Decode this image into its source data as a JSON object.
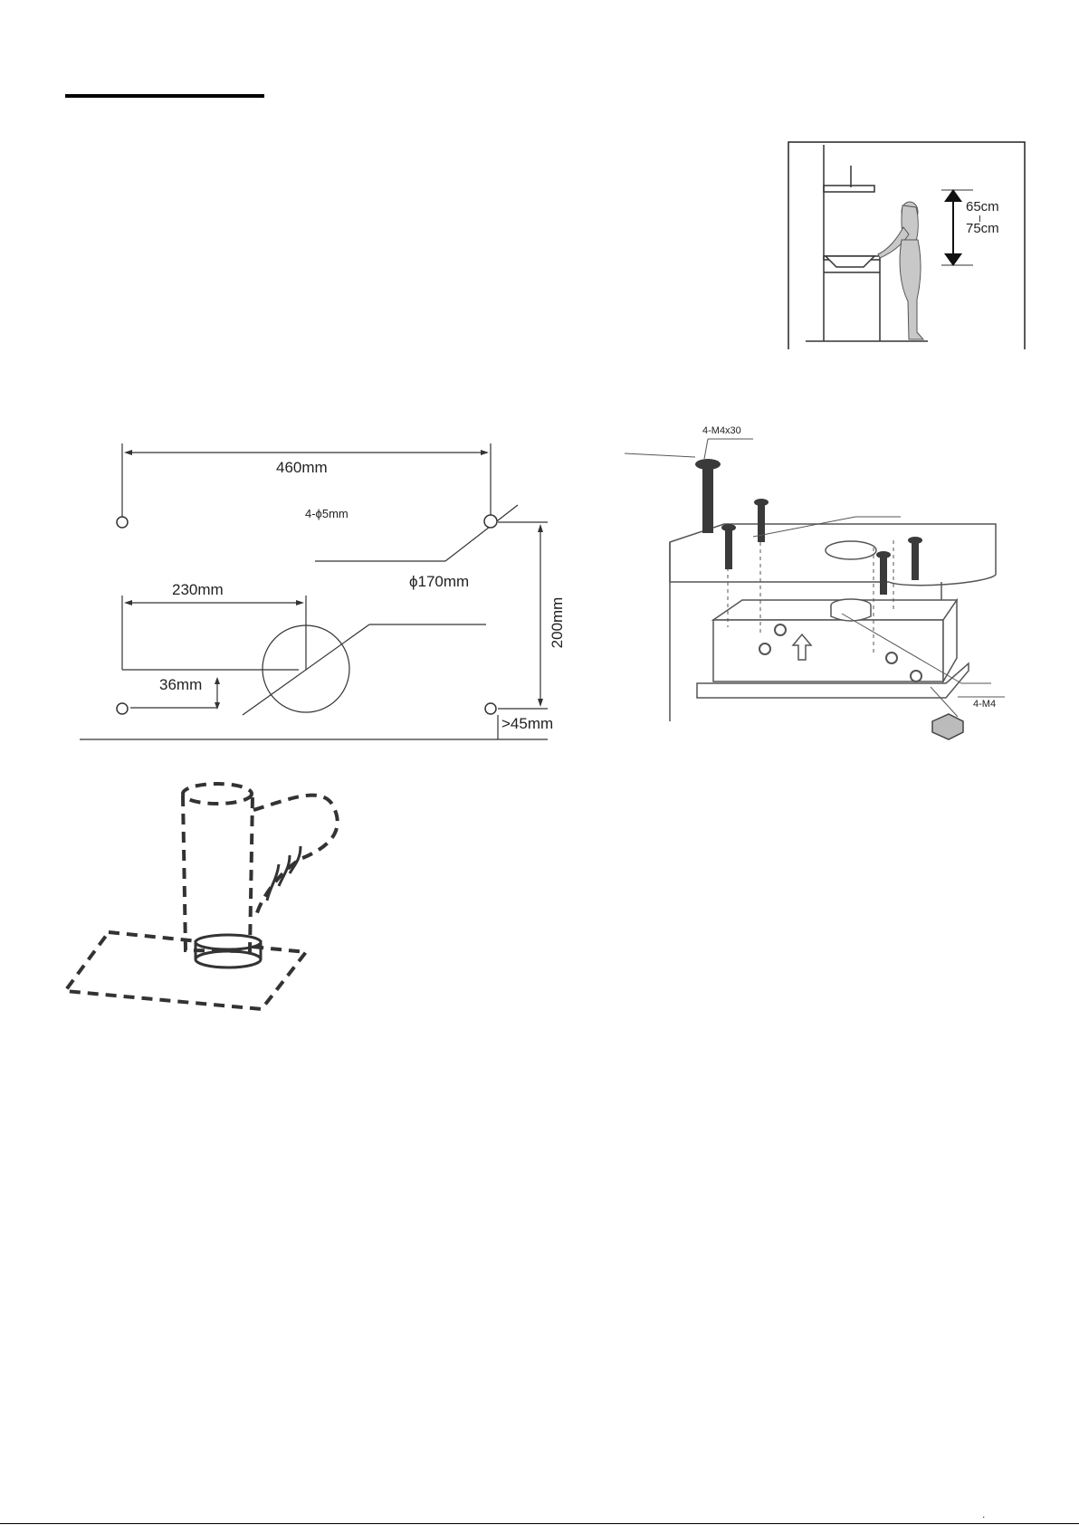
{
  "height_figure": {
    "label_min": "65cm",
    "label_sep": "I",
    "label_max": "75cm"
  },
  "template_figure": {
    "dim_width": "460mm",
    "dim_holes": "4-ϕ5mm",
    "dim_duct": "ϕ170mm",
    "dim_center": "230mm",
    "dim_height": "200mm",
    "dim_offset": "36mm",
    "dim_clearance": ">45mm"
  },
  "mounting_figure": {
    "screw_label": "4-M4x30",
    "nut_label": "4-M4"
  },
  "footer": {
    "page_marker": "."
  }
}
